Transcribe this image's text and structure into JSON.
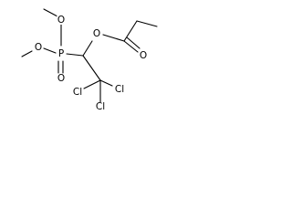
{
  "molecule": {
    "atoms": {
      "o_methoxy_upper": {
        "symbol": "O",
        "color": "#000000"
      },
      "o_methoxy_lower": {
        "symbol": "O",
        "color": "#000000"
      },
      "p": {
        "symbol": "P",
        "color": "#000000"
      },
      "o_phosphoryl": {
        "symbol": "O",
        "color": "#000000"
      },
      "o_ester": {
        "symbol": "O",
        "color": "#000000"
      },
      "o_carbonyl": {
        "symbol": "O",
        "color": "#000000"
      },
      "cl_left": {
        "symbol": "Cl",
        "color": "#000000"
      },
      "cl_right": {
        "symbol": "Cl",
        "color": "#000000"
      },
      "cl_bottom": {
        "symbol": "Cl",
        "color": "#000000"
      }
    }
  }
}
